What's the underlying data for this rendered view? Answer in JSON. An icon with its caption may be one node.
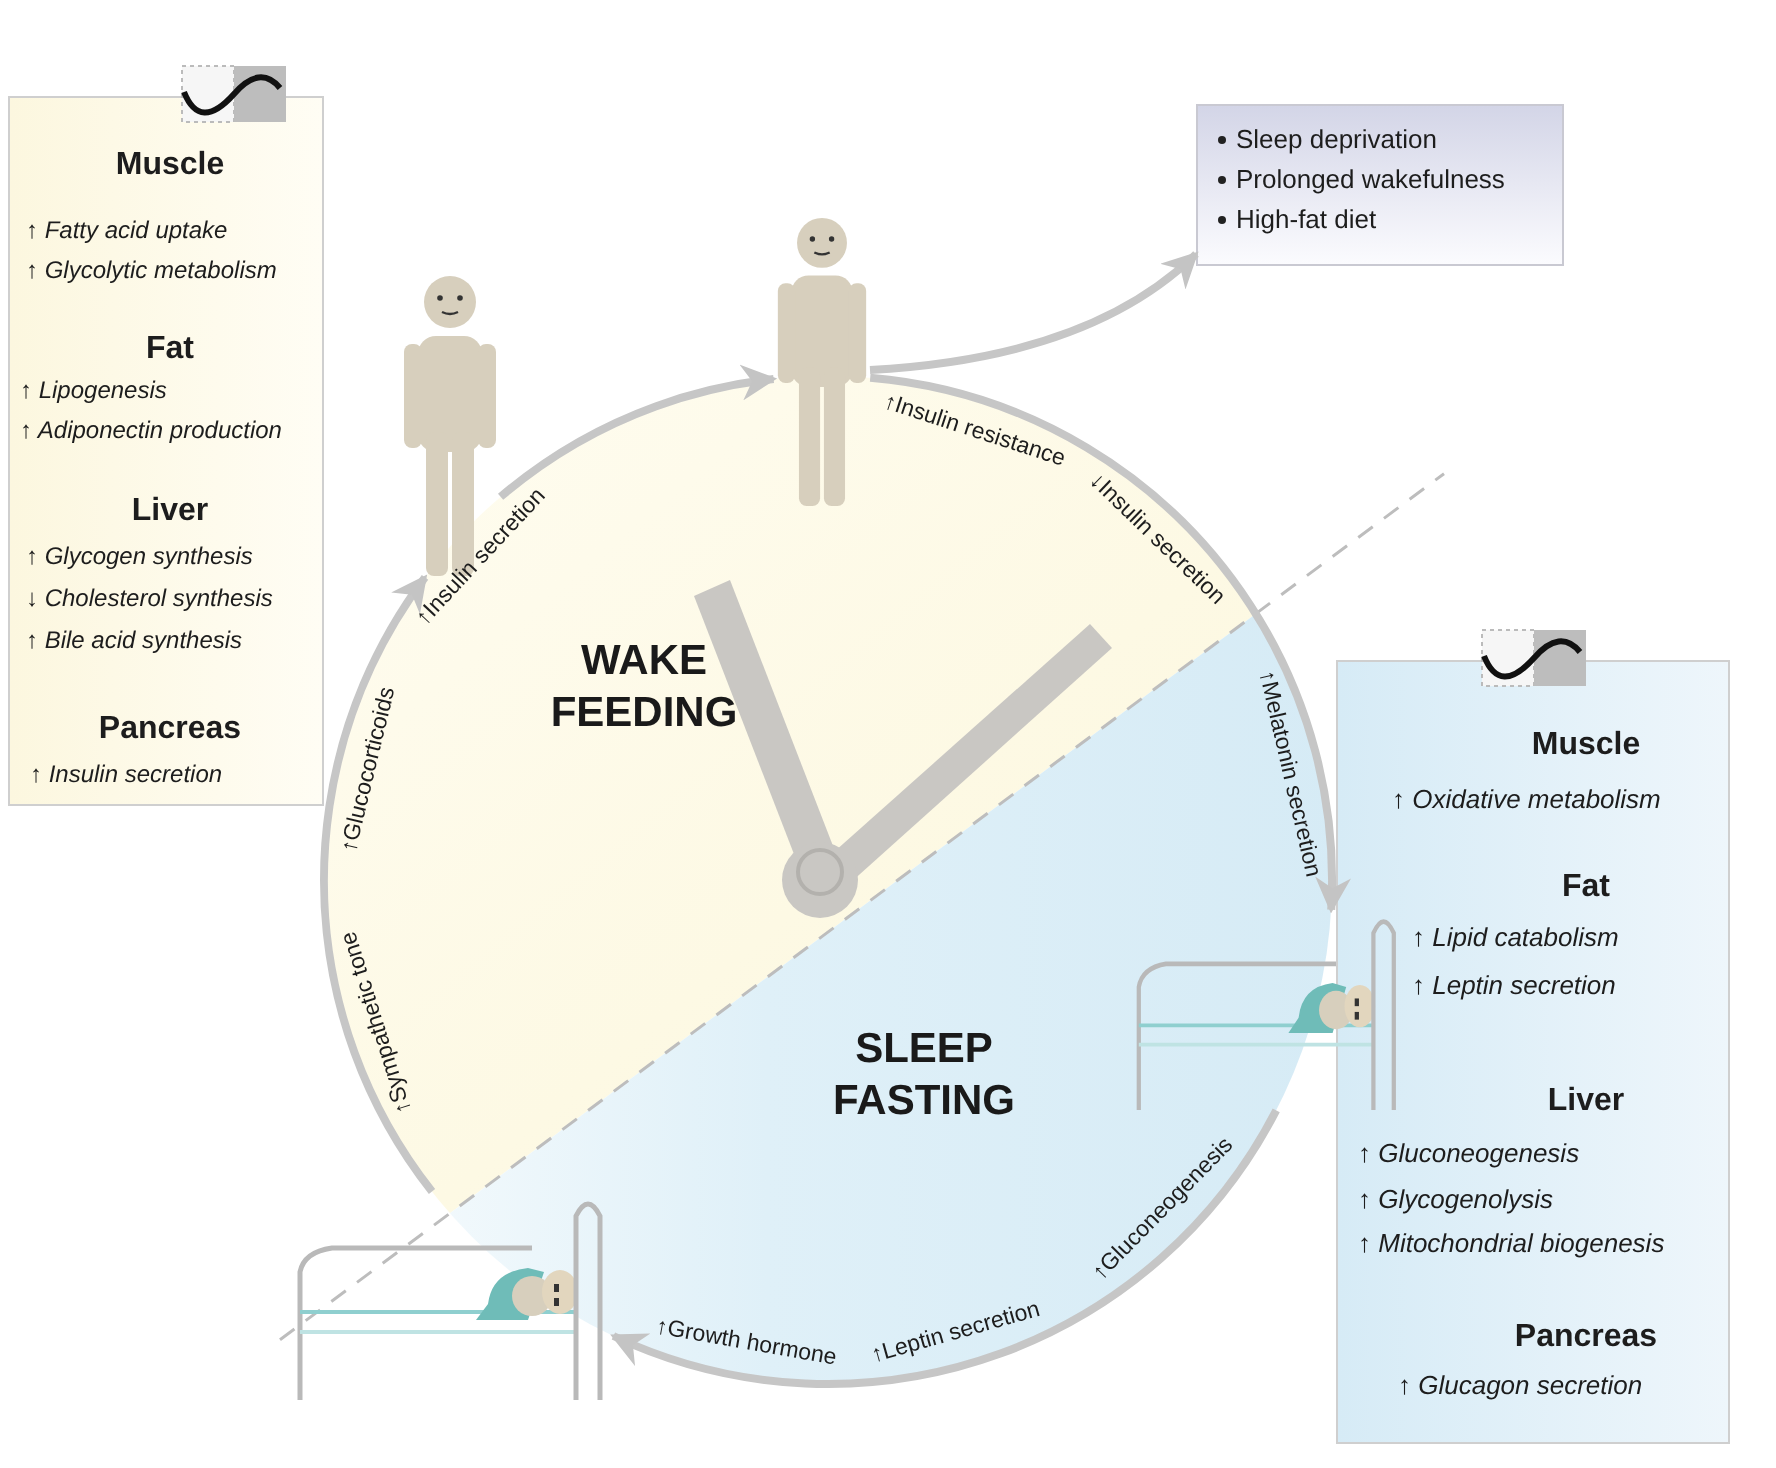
{
  "diagram": {
    "nodes": [
      {
        "text": [
          "Muscle",
          "↑ Fatty acid uptake",
          "↑ Glycolytic metabolism",
          "Fat",
          "↑ Lipogenesis",
          "↑ Adiponectin production",
          "Liver",
          "↑ Glycogen synthesis",
          "↓ Cholesterol synthesis",
          "↑ Bile acid synthesis",
          "Pancreas",
          "↑ Insulin secretion"
        ]
      },
      {
        "text": [],
        "shape": "person"
      },
      {
        "text": [],
        "shape": "person"
      },
      {
        "text": [
          "Sleep deprivation",
          "Prolonged wakefulness",
          "High-fat diet"
        ]
      },
      {
        "text": [
          "Muscle",
          "↑ Oxidative metabolism",
          "Fat",
          "↑ Lipid catabolism",
          "↑ Leptin secretion",
          "Liver",
          "↑ Gluconeogenesis",
          "↑ Glycogenolysis",
          "↑ Mitochondrial biogenesis",
          "Pancreas",
          "↑ Glucagon secretion"
        ]
      },
      {
        "text": [],
        "shape": "picture"
      },
      {
        "text": [],
        "shape": "picture"
      }
    ],
    "edges": [
      {
        "from": 1,
        "to": 2,
        "arrow": "to"
      },
      {
        "from": 2,
        "to": 5,
        "arrow": "to"
      },
      {
        "from": 5,
        "to": 6,
        "arrow": "to"
      },
      {
        "from": 6,
        "to": 1,
        "arrow": "to"
      },
      {
        "from": 2,
        "to": 3,
        "arrow": "to"
      }
    ],
    "labels": [
      "WAKE FEEDING",
      "SLEEP FASTING",
      "↑Insulin secretion",
      "↑Glucocorticoids",
      "↑Sympathetic tone",
      "↑Insulin resistance",
      "↓Insulin secretion",
      "↑Melatonin secretion",
      "↑Gluconeogenesis",
      "↑Leptin secretion",
      "↑Growth hormone"
    ]
  }
}
